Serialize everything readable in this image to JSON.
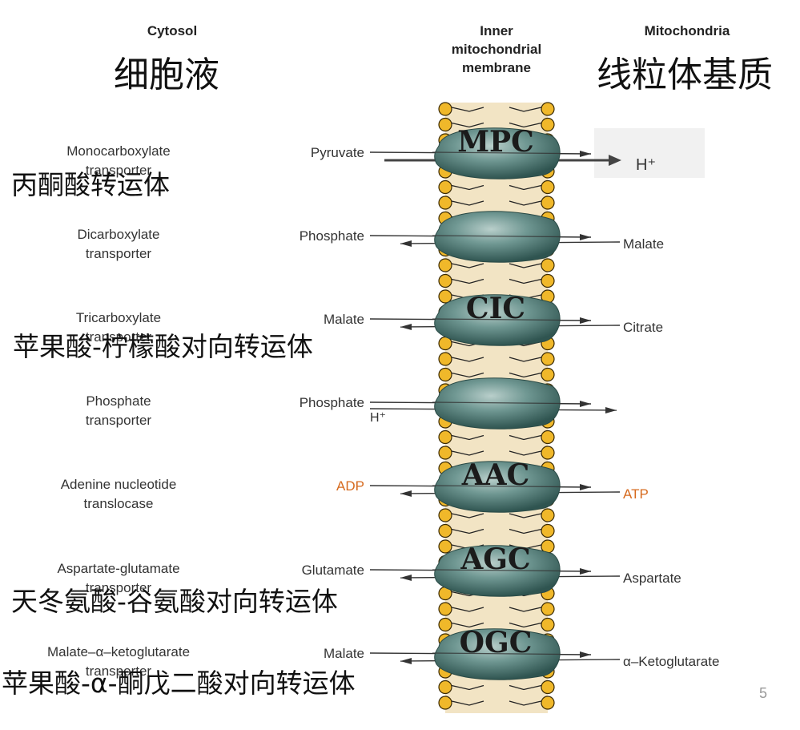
{
  "header": {
    "cytosol": "Cytosol",
    "cytosol_cn": "细胞液",
    "membrane_line1": "Inner",
    "membrane_line2": "mitochondrial",
    "membrane_line3": "membrane",
    "matrix": "Mitochondria",
    "matrix_cn": "线粒体基质"
  },
  "colors": {
    "protein": "#5f8a85",
    "membrane_core": "#f2e4c4",
    "lipid_head": "#f0b82a",
    "adp_atp": "#d66a1e",
    "arrow": "#333333"
  },
  "transporters": [
    {
      "name_line1": "Monocarboxylate",
      "name_line2": "transporter",
      "name_cn": "丙酮酸转运体",
      "abbr": "MPC",
      "in_label": "Pyruvate",
      "in_sub": "",
      "out_label": "H⁺",
      "highlight": false
    },
    {
      "name_line1": "Dicarboxylate",
      "name_line2": "transporter",
      "name_cn": "",
      "abbr": "",
      "in_label": "Phosphate",
      "in_sub": "",
      "out_label": "Malate",
      "highlight": false
    },
    {
      "name_line1": "Tricarboxylate",
      "name_line2": "transporter",
      "name_cn": "苹果酸-柠檬酸对向转运体",
      "abbr": "CIC",
      "in_label": "Malate",
      "in_sub": "",
      "out_label": "Citrate",
      "highlight": false
    },
    {
      "name_line1": "Phosphate",
      "name_line2": "transporter",
      "name_cn": "",
      "abbr": "",
      "in_label": "Phosphate",
      "in_sub": "H⁺",
      "out_label": "",
      "highlight": false
    },
    {
      "name_line1": "Adenine nucleotide",
      "name_line2": "translocase",
      "name_cn": "",
      "abbr": "AAC",
      "in_label": "ADP",
      "in_sub": "",
      "out_label": "ATP",
      "highlight": true
    },
    {
      "name_line1": "Aspartate-glutamate",
      "name_line2": "transporter",
      "name_cn": "天冬氨酸-谷氨酸对向转运体",
      "abbr": "AGC",
      "in_label": "Glutamate",
      "in_sub": "",
      "out_label": "Aspartate",
      "highlight": false
    },
    {
      "name_line1": "Malate–α–ketoglutarate",
      "name_line2": "transporter",
      "name_cn": "苹果酸-α-酮戊二酸对向转运体",
      "abbr": "OGC",
      "in_label": "Malate",
      "in_sub": "",
      "out_label": "α–Ketoglutarate",
      "highlight": false
    }
  ],
  "page_number_fragment": "5"
}
